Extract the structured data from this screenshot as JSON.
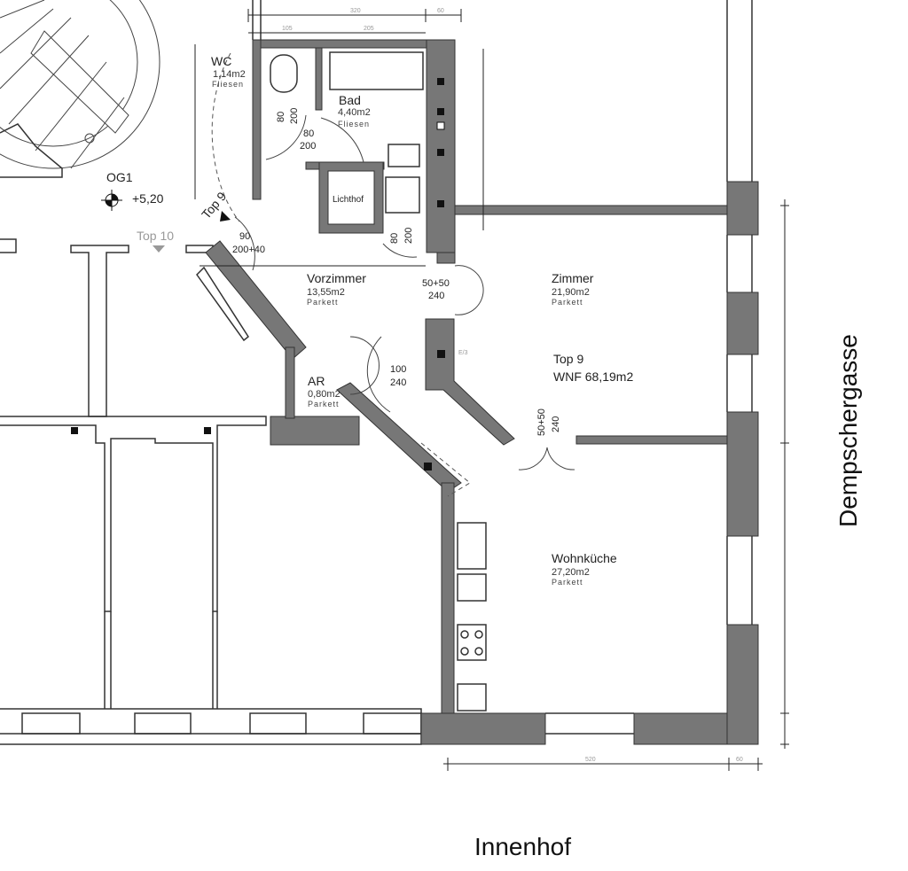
{
  "plan": {
    "level": {
      "label": "OG1",
      "elevation": "+5,20"
    },
    "units": {
      "current": "Top 9",
      "neighbor": "Top 10",
      "total_label": "Top 9",
      "total_area": "WNF 68,19m2"
    },
    "rooms": [
      {
        "name": "WC",
        "area": "1,14m2",
        "floor": "Fliesen"
      },
      {
        "name": "Bad",
        "area": "4,40m2",
        "floor": "Fliesen"
      },
      {
        "name": "Lichthof"
      },
      {
        "name": "Vorzimmer",
        "area": "13,55m2",
        "floor": "Parkett"
      },
      {
        "name": "Zimmer",
        "area": "21,90m2",
        "floor": "Parkett"
      },
      {
        "name": "AR",
        "area": "0,80m2",
        "floor": "Parkett"
      },
      {
        "name": "Wohnküche",
        "area": "27,20m2",
        "floor": "Parkett"
      }
    ],
    "doors": [
      {
        "width": "80",
        "height": "200"
      },
      {
        "width": "80",
        "height": "200"
      },
      {
        "width": "80",
        "height": "200"
      },
      {
        "width": "90",
        "height": "200+40"
      },
      {
        "width": "50+50",
        "height": "240"
      },
      {
        "width": "100",
        "height": "240"
      },
      {
        "width": "50+50",
        "height": "240"
      }
    ],
    "shaft_label": "E/3",
    "dimensions_top": [
      "320",
      "60",
      "105",
      "205"
    ],
    "dimensions_bottom": [
      "520",
      "60"
    ],
    "streets": {
      "right": "Dempschergasse",
      "bottom": "Innenhof"
    },
    "colors": {
      "wall": "#777777",
      "line": "#333333",
      "background": "#ffffff"
    }
  }
}
